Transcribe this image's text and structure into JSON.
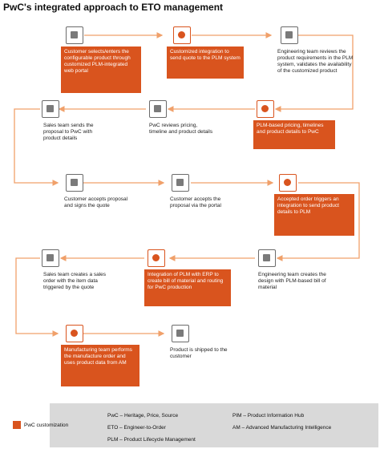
{
  "title": "PwC's integrated approach to ETO management",
  "colors": {
    "accent": "#d9541e",
    "connector": "#f0a06a",
    "legend_bg": "#d9d9d9"
  },
  "steps": [
    {
      "icon": "customer-icon",
      "text": "Customer selects/enters the configurable product through customized PLM-integrated web portal",
      "style": "orange"
    },
    {
      "icon": "quote-icon",
      "text": "Customized integration to send quote to the PLM system",
      "style": "orange"
    },
    {
      "icon": "engineering-doc-icon",
      "text": "Engineering team reviews the product requirements in the PLM system, validates the availability of the customized product",
      "style": "plain"
    },
    {
      "icon": "price-icon",
      "text": "PLM-based pricing, timelines and product details to PwC",
      "style": "orange"
    },
    {
      "icon": "review-icon",
      "text": "PwC reviews pricing, timeline and product details",
      "style": "plain"
    },
    {
      "icon": "proposal-icon",
      "text": "Sales team sends the proposal to PwC with product details",
      "style": "plain"
    },
    {
      "icon": "signed-quote-icon",
      "text": "Customer accepts proposal and signs the quote",
      "style": "plain"
    },
    {
      "icon": "checklist-icon",
      "text": "Accepted order triggers an integration to send product details to PLM",
      "style": "orange"
    },
    {
      "icon": "bom-icon",
      "text": "Engineering team creates the design with PLM-based bill of material",
      "style": "plain"
    },
    {
      "icon": "integration-icon",
      "text": "Integration of PLM with ERP to create bill of material and routing for PwC production",
      "style": "orange"
    },
    {
      "icon": "support-icon",
      "text": "Sales team creates a sales order with the item data triggered by the quote",
      "style": "plain"
    },
    {
      "icon": "factory-icon",
      "text": "Manufacturing team performs the manufacture order and uses product data from AM",
      "style": "orange"
    },
    {
      "icon": "truck-icon",
      "text": "Product is shipped to the customer",
      "style": "plain"
    }
  ],
  "legend": {
    "swatch_label": "PwC customization",
    "items": [
      "PwC – Heritage, Price, Source",
      "ETO – Engineer-to-Order",
      "PLM – Product Lifecycle Management",
      "PIM – Product Information Hub",
      "AM – Advanced Manufacturing Intelligence"
    ]
  }
}
